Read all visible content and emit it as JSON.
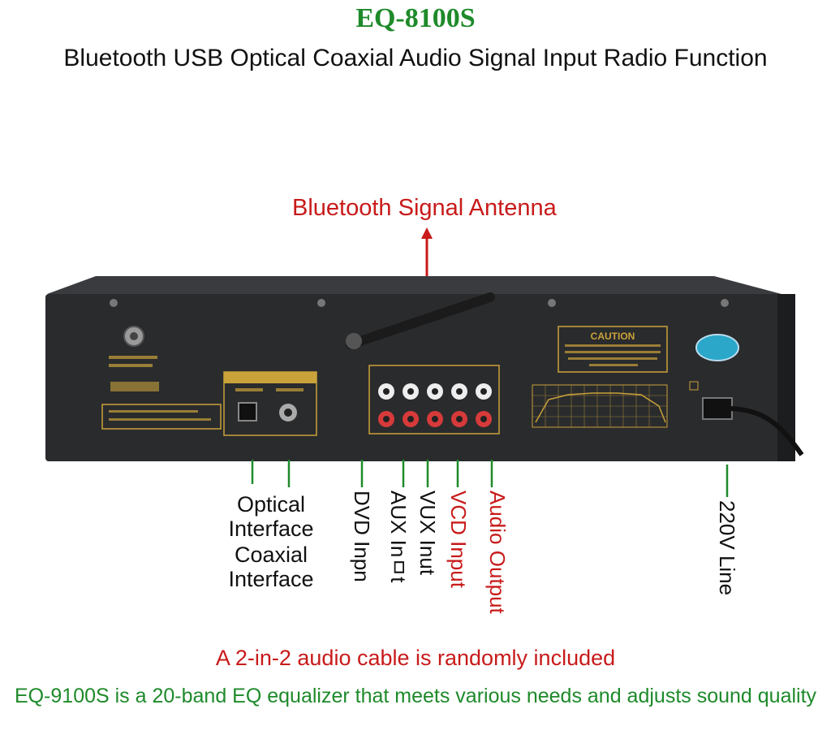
{
  "header": {
    "title": "EQ-8100S",
    "subtitle": "Bluetooth USB Optical Coaxial Audio Signal Input Radio Function"
  },
  "callouts": {
    "antenna": "Bluetooth Signal Antenna",
    "optical": "Optical Interface",
    "coaxial": "Coaxial Interface",
    "dvd": "DVD Inpn",
    "aux": "AUX Inㅁt",
    "vux": "VUX Inut",
    "vcd": "VCD Input",
    "audio_out": "Audio Output",
    "power": "220V Line"
  },
  "panel": {
    "caution": "CAUTION"
  },
  "footer": {
    "cable_note": "A 2-in-2 audio cable is randomly included",
    "eq_note": "EQ-9100S is a 20-band EQ equalizer that meets various needs and adjusts sound quality"
  },
  "colors": {
    "red": "#c81a1a",
    "green": "#1e8a2a",
    "chassis": "#2a2b2d",
    "gold": "#c9a23a"
  }
}
